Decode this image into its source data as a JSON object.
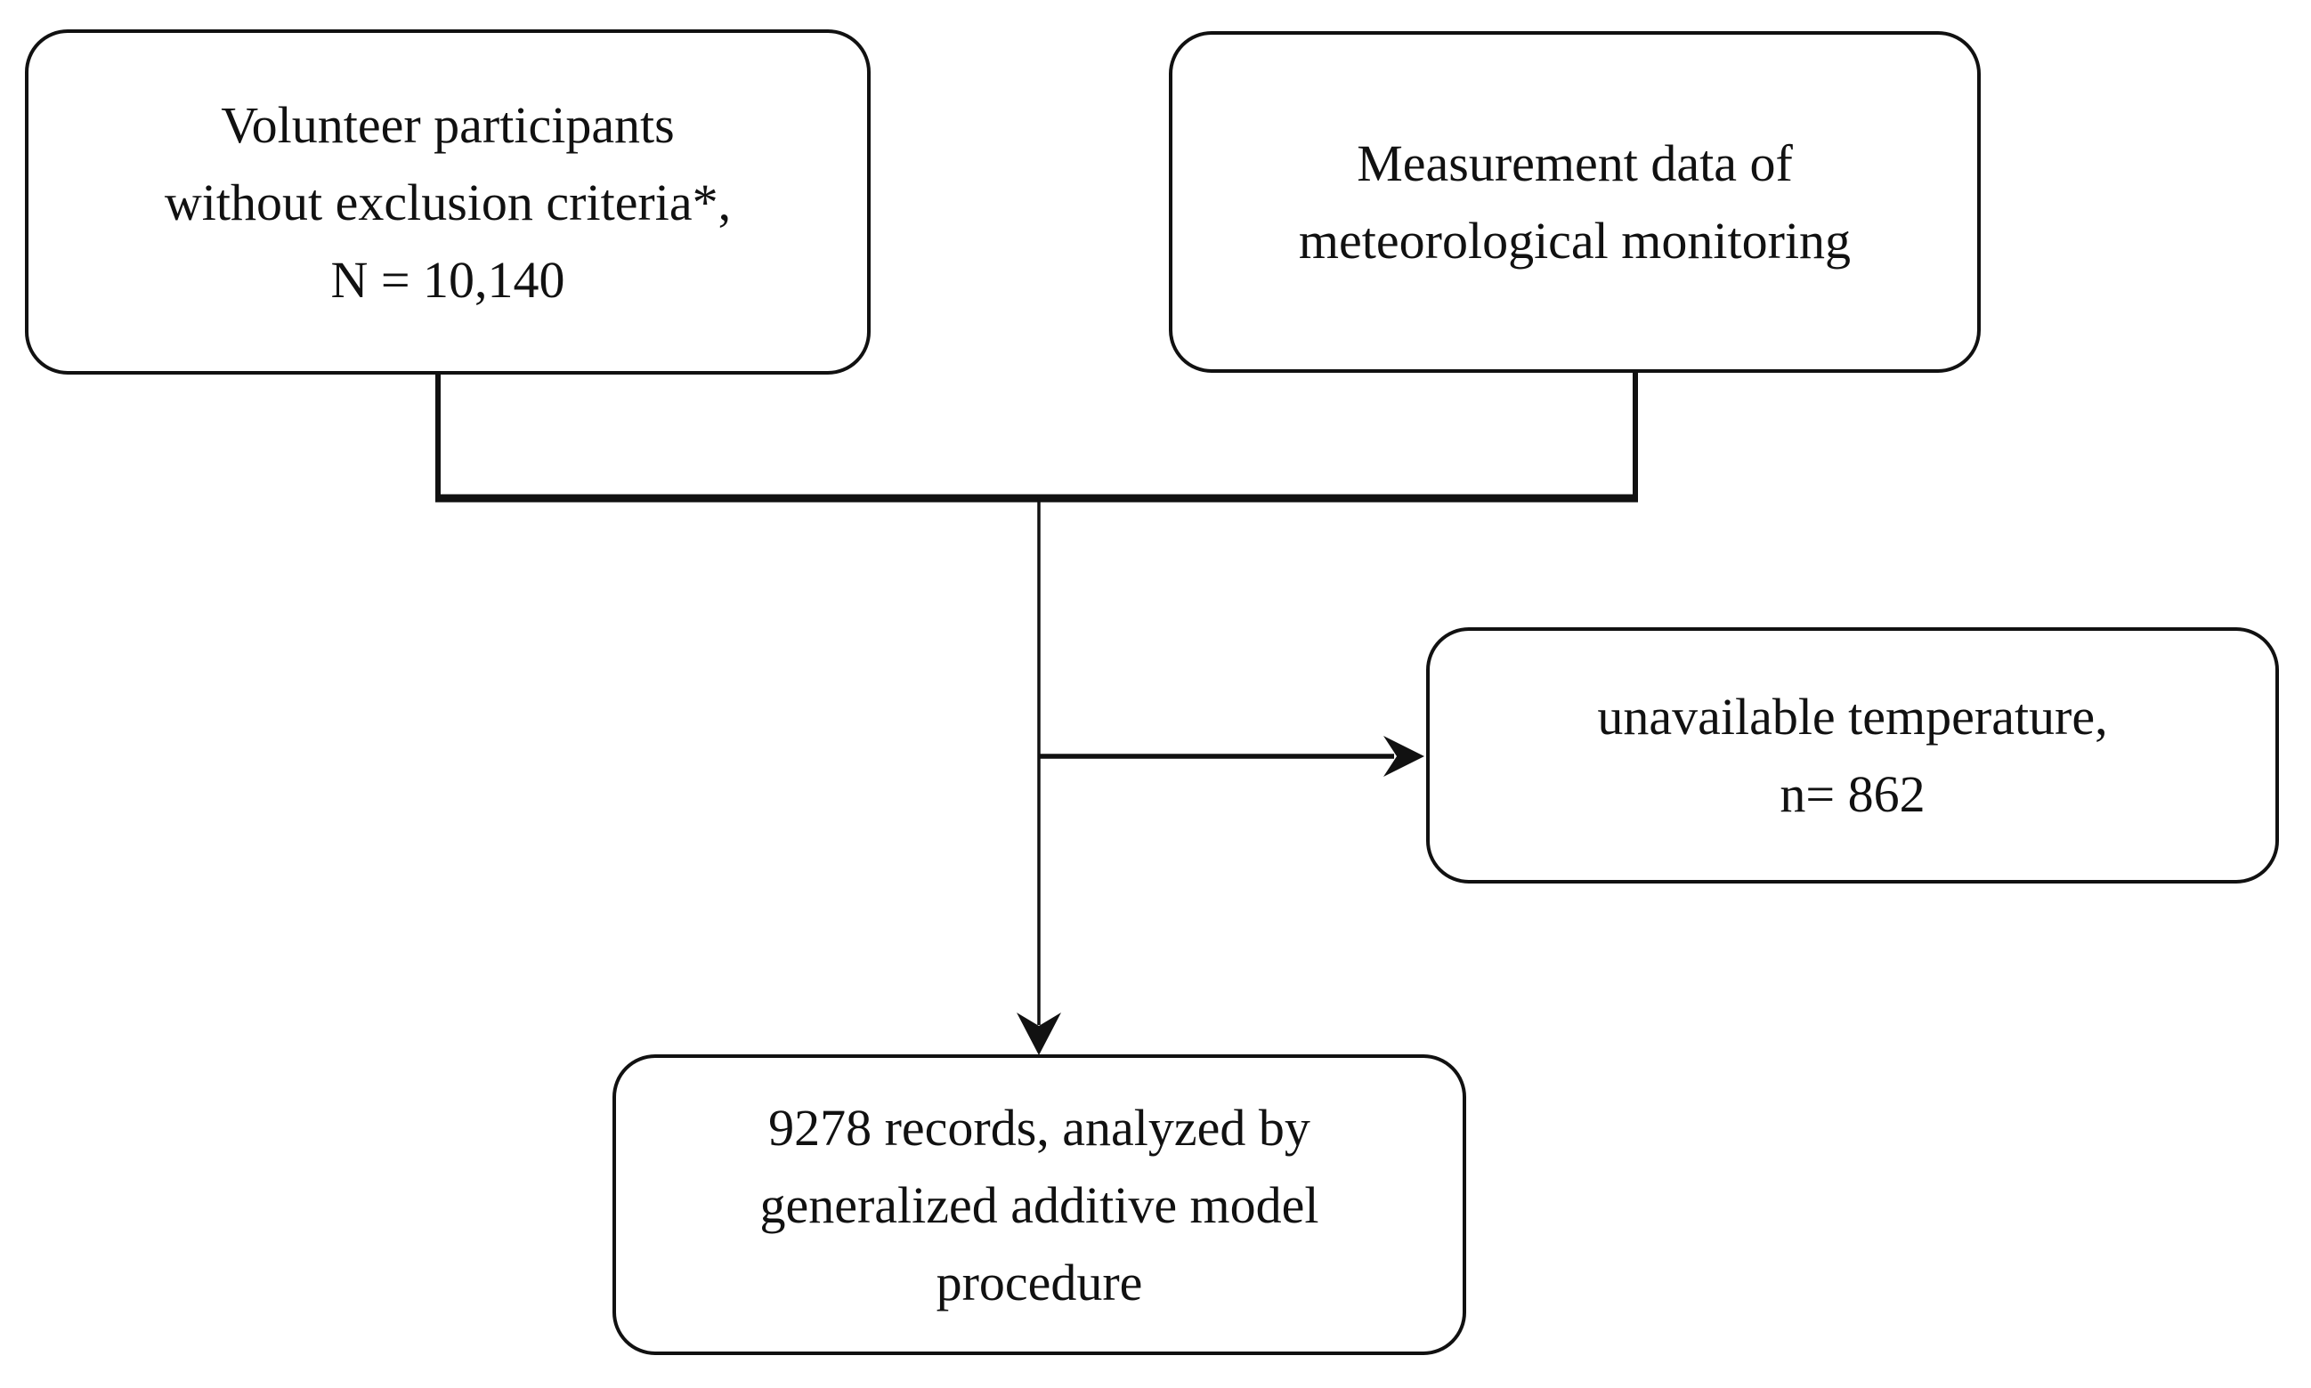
{
  "colors": {
    "line": "#111111",
    "text": "#111111",
    "box_background": "#ffffff",
    "page_background": "#ffffff"
  },
  "boxes": {
    "volunteers": {
      "lines": [
        "Volunteer participants",
        "without exclusion criteria*,",
        "N = 10,140"
      ]
    },
    "meteorology": {
      "lines": [
        "Measurement data of",
        "meteorological monitoring"
      ]
    },
    "unavailable": {
      "lines": [
        "unavailable temperature,",
        "n= 862"
      ]
    },
    "analyzed": {
      "lines": [
        "9278 records, analyzed by",
        "generalized additive model",
        "procedure"
      ]
    }
  }
}
